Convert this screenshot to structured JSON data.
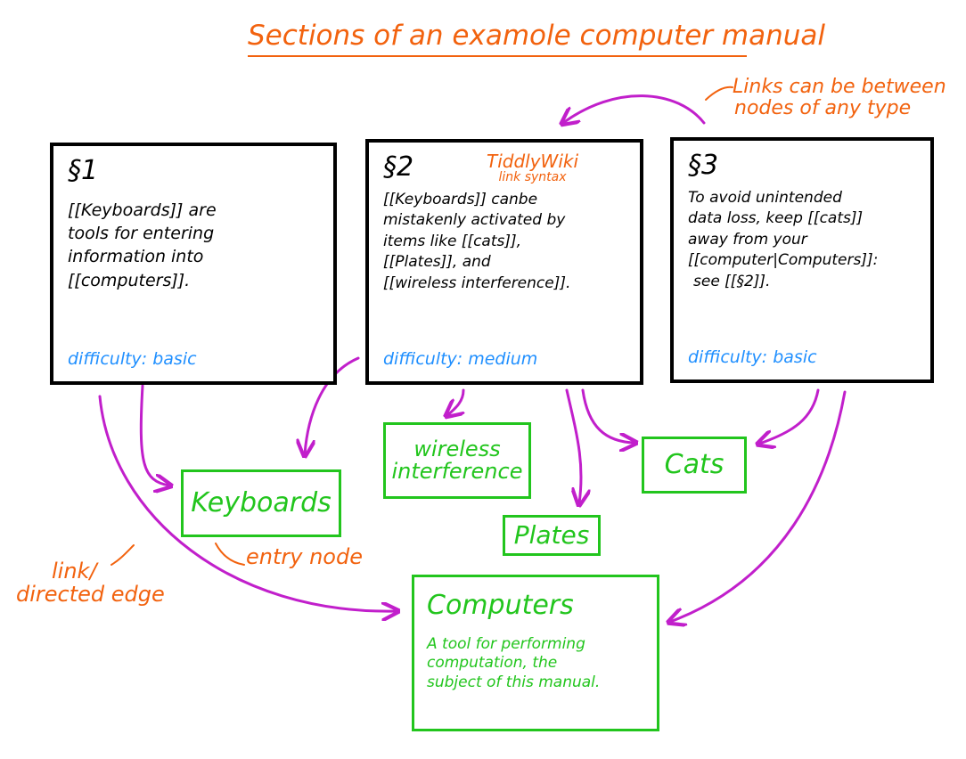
{
  "title": "Sections of an examole computer manual",
  "colors": {
    "annotation": "#f2620e",
    "link": "#c11fcb",
    "node": "#22c51d",
    "meta": "#1f8fff",
    "section_border": "#000000"
  },
  "annotations": {
    "links_between_line1": "Links can be between",
    "links_between_line2": "nodes of any type",
    "tiddlywiki_line1": "TiddlyWiki",
    "tiddlywiki_line2": "link syntax",
    "entry_node": "entry node",
    "link_edge_line1": "link/",
    "link_edge_line2": "directed edge"
  },
  "sections": [
    {
      "heading": "§1",
      "lines": [
        "[[Keyboards]] are",
        "tools for entering",
        "information into",
        "[[computers]]."
      ],
      "difficulty": "difficulty: basic"
    },
    {
      "heading": "§2",
      "lines": [
        "[[Keyboards]] canbe",
        "mistakenly activated by",
        "items like [[cats]],",
        "[[Plates]], and",
        "[[wireless interference]]."
      ],
      "difficulty": "difficulty: medium"
    },
    {
      "heading": "§3",
      "lines": [
        "To avoid unintended",
        "data loss, keep [[cats]]",
        "away from your",
        "[[computer|Computers]]:",
        "see [[§2]]."
      ],
      "difficulty": "difficulty: basic"
    }
  ],
  "nodes": {
    "keyboards": "Keyboards",
    "wireless_line1": "wireless",
    "wireless_line2": "interference",
    "cats": "Cats",
    "plates": "Plates",
    "computers_title": "Computers",
    "computers_desc_lines": [
      "A tool for performing",
      "computation, the",
      "subject of this manual."
    ]
  }
}
